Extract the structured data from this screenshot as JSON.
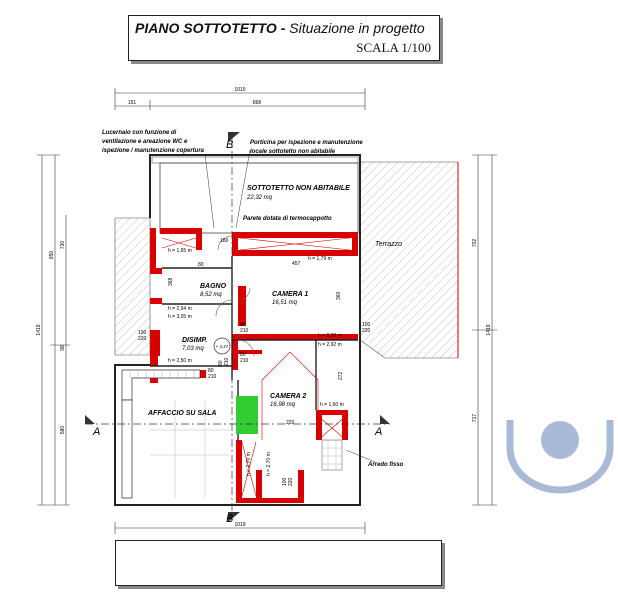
{
  "title": {
    "main": "PIANO SOTTOTETTO -",
    "sub": " Situazione in progetto",
    "scale": "SCALA 1/100"
  },
  "rooms": {
    "sottotetto": {
      "name": "SOTTOTETTO NON ABITABILE",
      "area": "22,32 mq"
    },
    "bagno": {
      "name": "BAGNO",
      "area": "8,52 mq"
    },
    "camera1": {
      "name": "CAMERA 1",
      "area": "16,51 mq"
    },
    "disimp": {
      "name": "DISIMP.",
      "area": "7,03 mq"
    },
    "camera2": {
      "name": "CAMERA 2",
      "area": "16,98 mq"
    },
    "affaccio": {
      "name": "AFFACCIO SU SALA"
    },
    "terrazzo": {
      "name": "Terrazzo"
    }
  },
  "notes": {
    "lucernaio": [
      "Lucernaio con funzione di",
      "ventilazione e areazione WC e",
      "ispezione / manutenzione copertura"
    ],
    "porticina": [
      "Porticina per ispezione e manutenzione",
      "locale sottotetto non abitabile"
    ],
    "parete": "Parete dotata di termocappotto",
    "arredo": "Arredo fisso"
  },
  "dimensions": {
    "top_total": "1019",
    "top_left": "151",
    "top_right": "868",
    "bottom_total": "1019",
    "left_total": "1419",
    "left_a": "850",
    "left_b": "730",
    "left_c": "98",
    "left_d": "580",
    "right_total": "1419",
    "right_a": "702",
    "right_b": "717",
    "inner_457": "457",
    "inner_360": "360",
    "inner_368": "368",
    "inner_272": "272",
    "inner_220": "220"
  },
  "heights": {
    "h165": "h = 1,65 m",
    "h179": "h = 1,79 m",
    "h294": "h = 2,94 m",
    "h305": "h = 3,05 m",
    "h298": "h = 2,98 m",
    "h292": "h = 2,92 m",
    "h250": "h = 2,50 m",
    "h160": "h = 1,60 m",
    "h270a": "h = 2,70 m",
    "h270b": "h = 2,70 m",
    "level": "+ 4,47"
  },
  "doors": {
    "d1": [
      "130",
      "220"
    ],
    "d2": [
      "80",
      "210"
    ],
    "d3": [
      "80",
      "210"
    ],
    "d4": [
      "100",
      "220"
    ],
    "d5": [
      "80",
      "210"
    ],
    "d6": [
      "100",
      "220"
    ],
    "d7": [
      "80",
      "210"
    ],
    "d8": [
      "180"
    ],
    "d9": [
      "80"
    ]
  },
  "sections": {
    "a": "A",
    "b": "B"
  },
  "colors": {
    "wall": "#d80000",
    "green": "#33cc33",
    "line": "#222222",
    "watermark": "#8ca3c8"
  }
}
